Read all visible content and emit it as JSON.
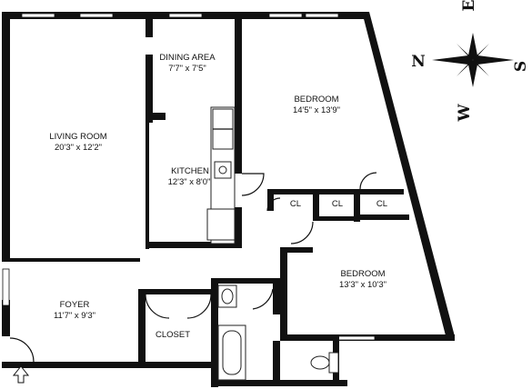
{
  "rooms": {
    "dining_area": {
      "name": "DINING AREA",
      "size": "7'7\" x 7'5\""
    },
    "living_room": {
      "name": "LIVING ROOM",
      "size": "20'3\" x 12'2\""
    },
    "bedroom_1": {
      "name": "BEDROOM",
      "size": "14'5\" x 13'9\""
    },
    "kitchen": {
      "name": "KITCHEN",
      "size": "12'3\" x 8'0\""
    },
    "bedroom_2": {
      "name": "BEDROOM",
      "size": "13'3\" x 10'3\""
    },
    "foyer": {
      "name": "FOYER",
      "size": "11'7\" x 9'3\""
    },
    "closet": {
      "name": "CLOSET"
    },
    "cl_1": {
      "name": "CL"
    },
    "cl_2": {
      "name": "CL"
    },
    "cl_3": {
      "name": "CL"
    }
  },
  "compass": {
    "north": "N",
    "south": "S",
    "east": "E",
    "west": "W"
  },
  "icons": {
    "compass": "compass-rose-icon",
    "entry": "entry-arrow-icon",
    "sink": "sink-icon",
    "toilet": "toilet-icon",
    "bathtub": "bathtub-icon",
    "stove": "stove-icon"
  }
}
